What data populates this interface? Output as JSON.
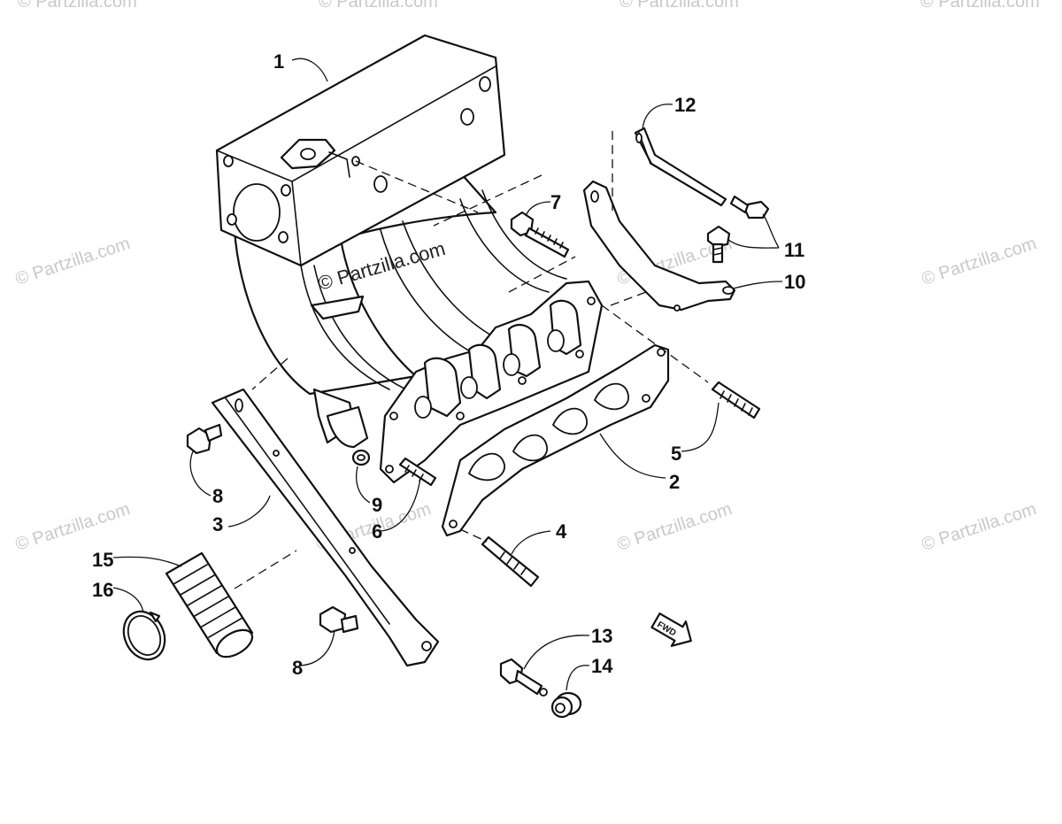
{
  "watermark": {
    "text": "© Partzilla.com",
    "center_text": "© Partzilla.com"
  },
  "callouts": [
    {
      "id": "1",
      "label": "1"
    },
    {
      "id": "2",
      "label": "2"
    },
    {
      "id": "3",
      "label": "3"
    },
    {
      "id": "4",
      "label": "4"
    },
    {
      "id": "5",
      "label": "5"
    },
    {
      "id": "6",
      "label": "6"
    },
    {
      "id": "7",
      "label": "7"
    },
    {
      "id": "8a",
      "label": "8"
    },
    {
      "id": "8b",
      "label": "8"
    },
    {
      "id": "9",
      "label": "9"
    },
    {
      "id": "10",
      "label": "10"
    },
    {
      "id": "11",
      "label": "11"
    },
    {
      "id": "12",
      "label": "12"
    },
    {
      "id": "13",
      "label": "13"
    },
    {
      "id": "14",
      "label": "14"
    },
    {
      "id": "15",
      "label": "15"
    },
    {
      "id": "16",
      "label": "16"
    }
  ],
  "fwd_arrow": {
    "label": "FWD"
  },
  "colors": {
    "line": "#111111",
    "watermark": "#c9c9c9",
    "background": "#ffffff"
  }
}
